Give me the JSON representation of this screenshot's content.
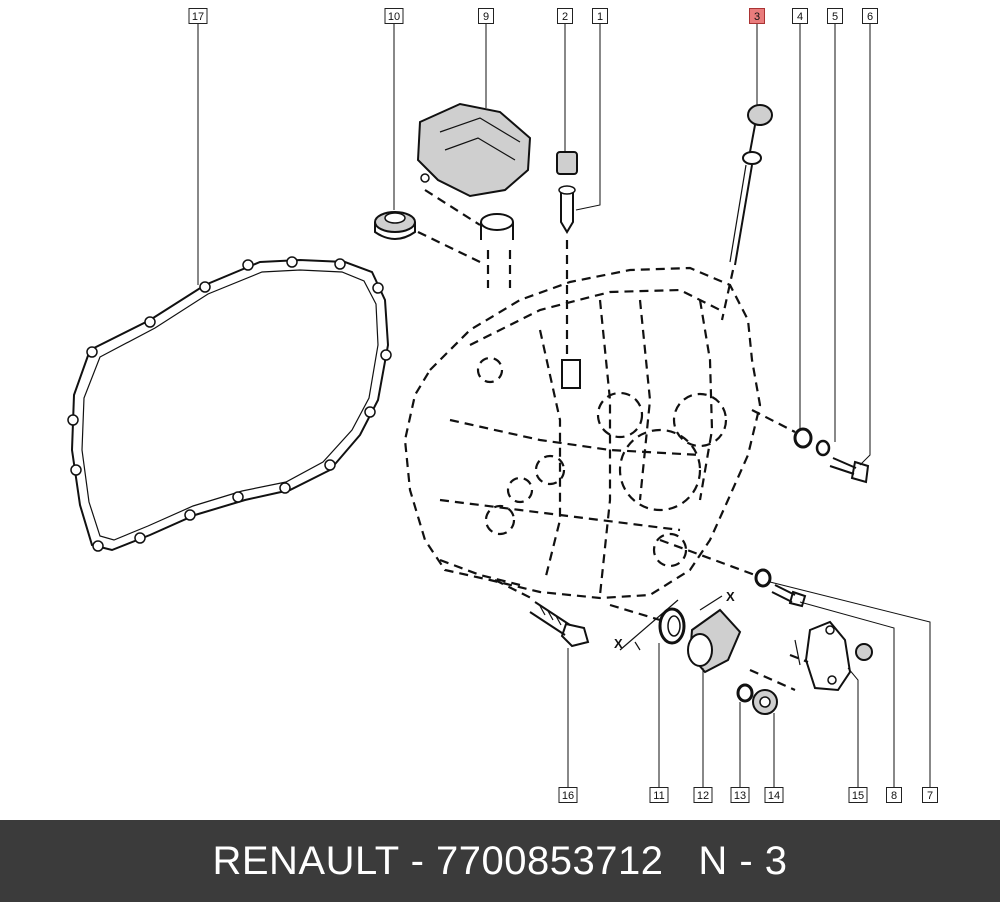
{
  "diagram": {
    "labels": [
      "17",
      "10",
      "9",
      "2",
      "1",
      "3",
      "4",
      "5",
      "6",
      "16",
      "11",
      "12",
      "13",
      "14",
      "15",
      "8",
      "7"
    ],
    "highlight_label": "3",
    "highlight_color": "#e97c7c",
    "axis_marks": [
      "X",
      "X"
    ]
  },
  "footer": {
    "text": "RENAULT - 7700853712   N - 3",
    "background": "#3b3b3b"
  }
}
